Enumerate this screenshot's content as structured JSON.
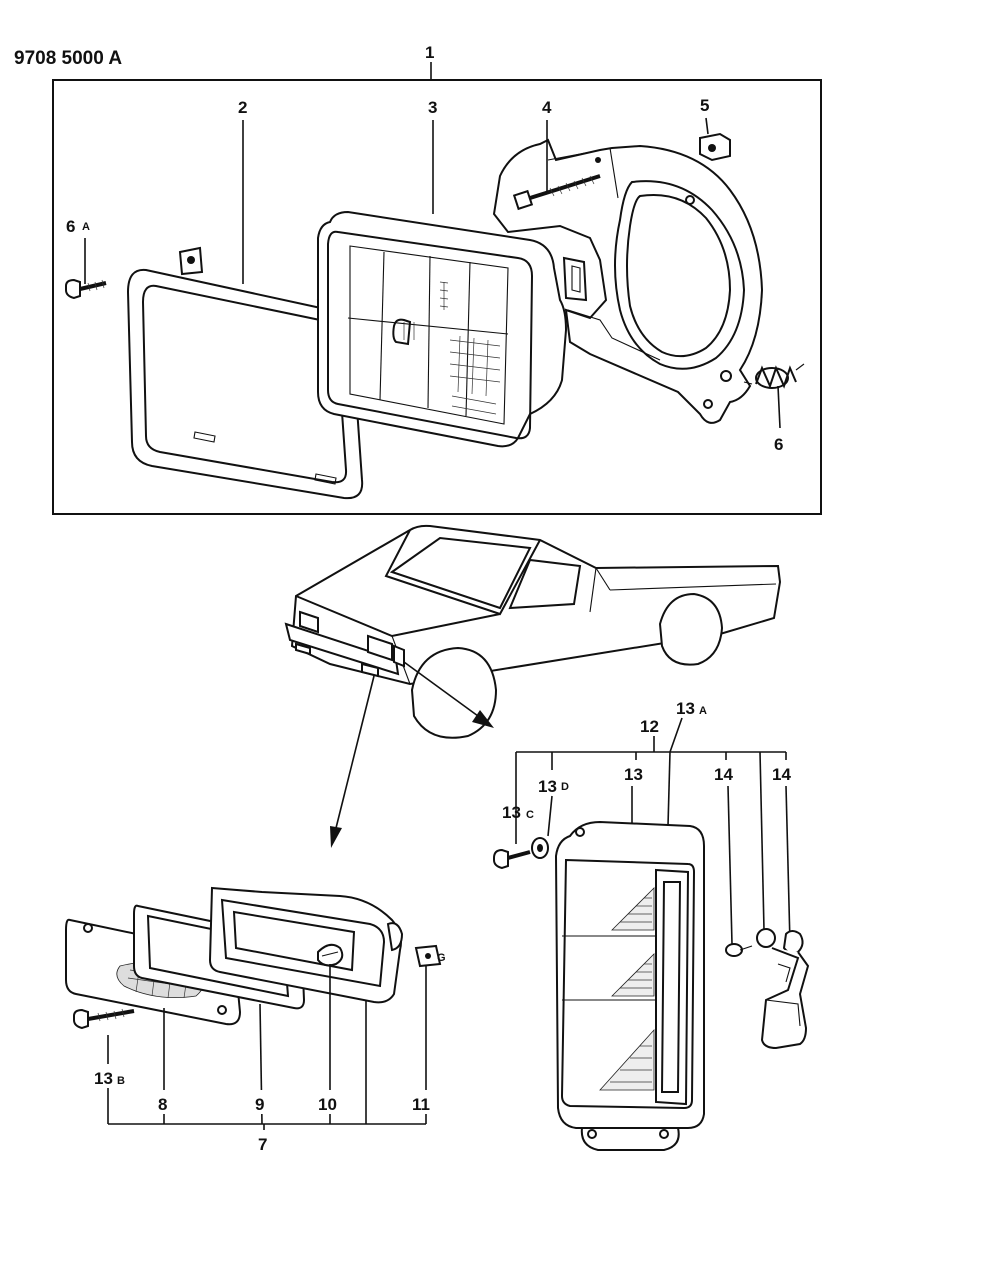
{
  "diagram": {
    "code": "9708 5000 A",
    "callouts": {
      "c1": "1",
      "c2": "2",
      "c3": "3",
      "c4": "4",
      "c5": "5",
      "c6a": "6",
      "c6a_sub": "A",
      "c6": "6",
      "c7": "7",
      "c8": "8",
      "c9": "9",
      "c10": "10",
      "c11": "11",
      "c12": "12",
      "c13": "13",
      "c13a": "13",
      "c13a_sub": "A",
      "c13b": "13",
      "c13b_sub": "B",
      "c13c": "13",
      "c13c_sub": "C",
      "c13d": "13",
      "c13d_sub": "D",
      "c14a": "14",
      "c14b": "14",
      "c11_sub": "G"
    }
  }
}
